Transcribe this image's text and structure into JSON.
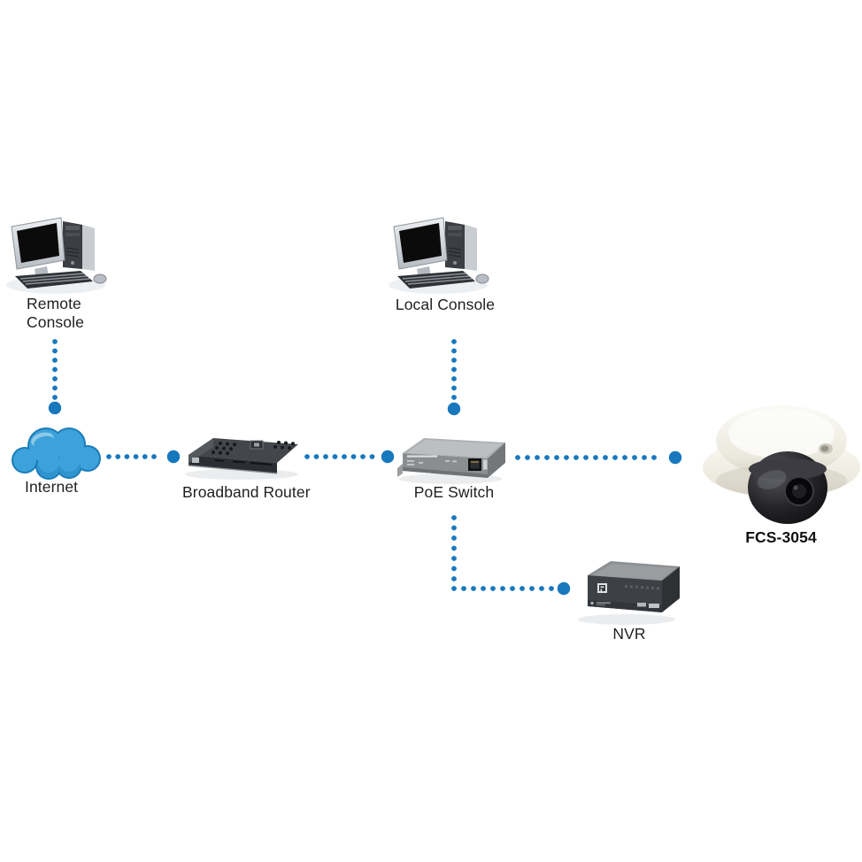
{
  "diagram": {
    "title": "IP camera network topology",
    "background_color": "#ffffff",
    "accent_blue": "#1878be",
    "label_color": "#1f1f1f",
    "nodes": [
      {
        "id": "remote-console",
        "label": "Remote Console",
        "type": "desktop-computer"
      },
      {
        "id": "local-console",
        "label": "Local Console",
        "type": "desktop-computer"
      },
      {
        "id": "internet",
        "label": "Internet",
        "type": "cloud"
      },
      {
        "id": "broadband-router",
        "label": "Broadband Router",
        "type": "router"
      },
      {
        "id": "poe-switch",
        "label": "PoE Switch",
        "type": "poe-switch"
      },
      {
        "id": "fcs-3054",
        "label": "FCS-3054",
        "type": "dome-camera"
      },
      {
        "id": "nvr",
        "label": "NVR",
        "type": "nvr"
      }
    ],
    "connections": [
      {
        "from": "remote-console",
        "to": "internet"
      },
      {
        "from": "internet",
        "to": "broadband-router"
      },
      {
        "from": "broadband-router",
        "to": "poe-switch"
      },
      {
        "from": "local-console",
        "to": "poe-switch"
      },
      {
        "from": "poe-switch",
        "to": "fcs-3054"
      },
      {
        "from": "poe-switch",
        "to": "nvr"
      }
    ],
    "icons": [
      "computer-icon",
      "computer-icon",
      "cloud-icon",
      "router-icon",
      "switch-icon",
      "dome-camera-icon",
      "nvr-icon"
    ]
  }
}
